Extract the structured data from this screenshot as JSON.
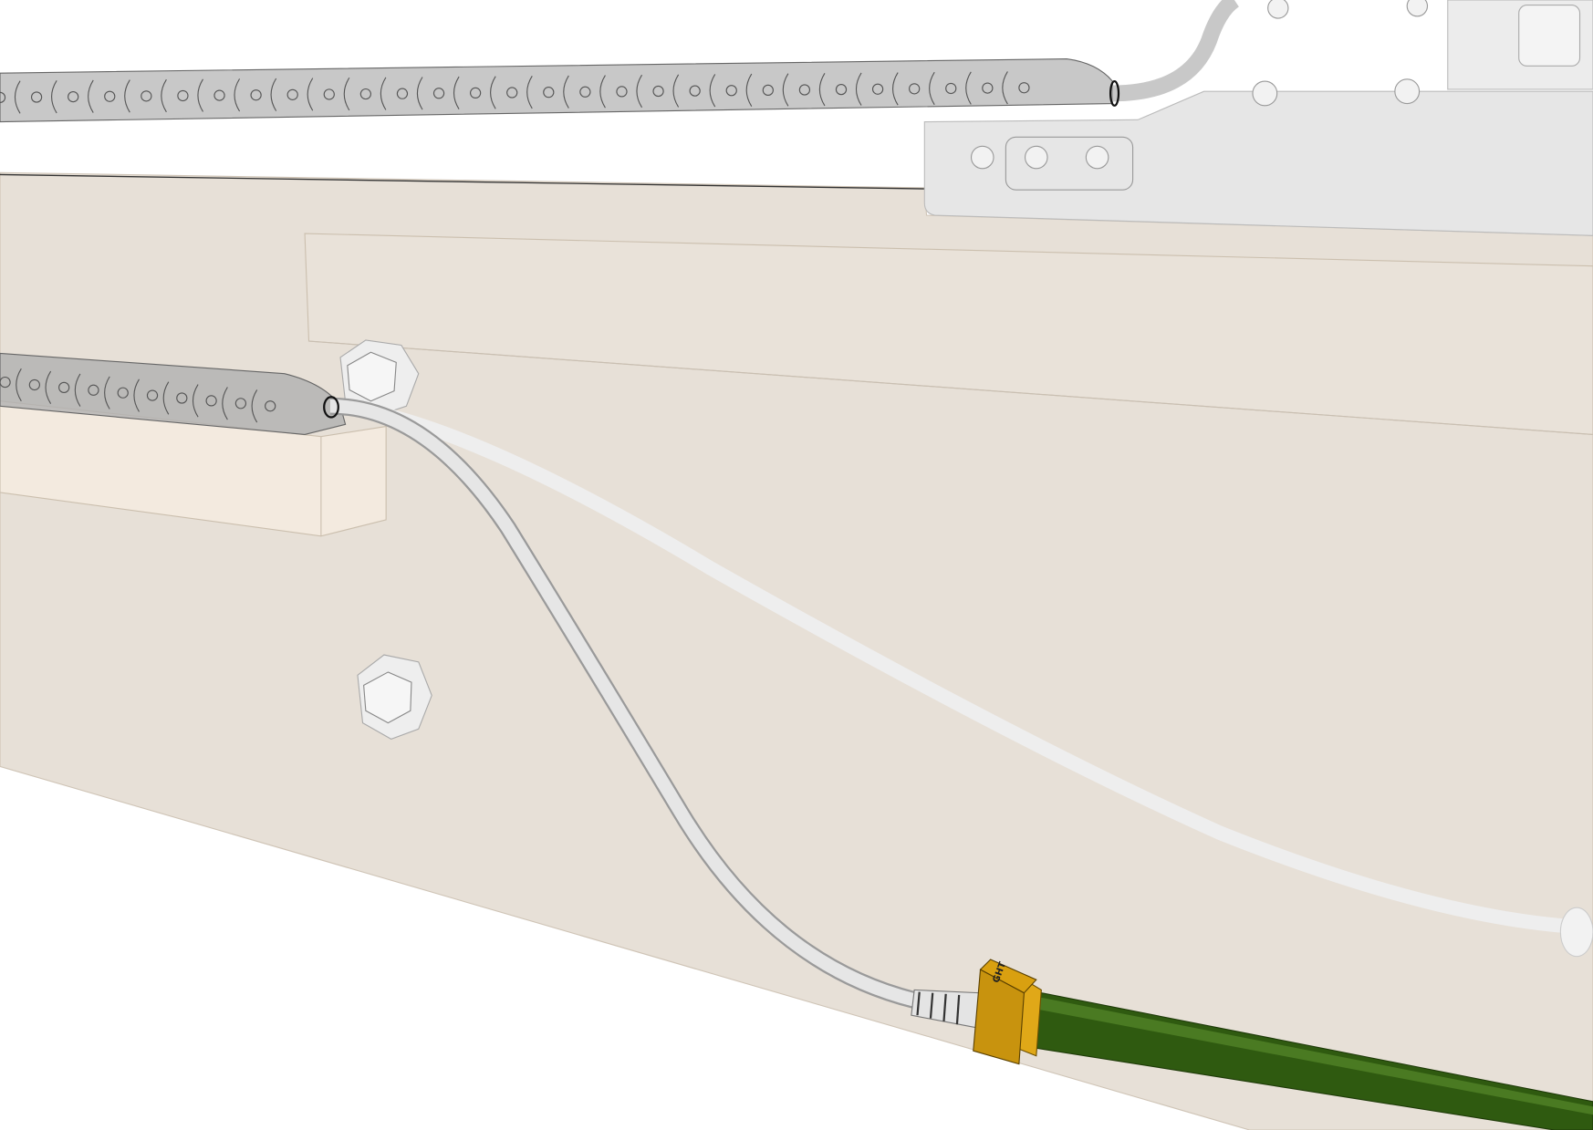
{
  "scene": {
    "kind": "3D CAD render",
    "colors": {
      "background": "#ffffff",
      "wood_panel": "#e7e0d7",
      "wood_block": "#f2e8dc",
      "cable_chain": "#9a9a9a",
      "bracket_plate": "#e6e6e6",
      "tube": "#d8d8d8",
      "brass_nut": "#c8930e",
      "green_hose": "#2f5a10"
    },
    "icons": [
      "hex-bolt",
      "hex-bolt",
      "cable-chain",
      "cable-chain",
      "brass-fitting",
      "hose"
    ]
  },
  "labels": {
    "nut_marking": "GHT"
  }
}
